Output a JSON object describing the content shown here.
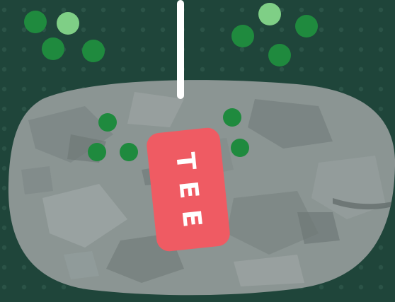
{
  "colors": {
    "background": "#1f453a",
    "background_dots": "#2b5347",
    "green_rough": "#8b9593",
    "green_rough_light": "#9ea6a4",
    "green_rough_dark": "#6f7977",
    "tee_box": "#ef5b63",
    "tee_text": "#ffffff",
    "marker_line": "#ffffff",
    "token_dark": "#1f8a3e",
    "token_light": "#7fcf86"
  },
  "tee": {
    "label": "TEE"
  },
  "tokens": {
    "top_left_cluster": [
      "dark",
      "light",
      "dark",
      "dark"
    ],
    "top_right_cluster": [
      "light",
      "dark",
      "dark",
      "dark"
    ],
    "green_left_cluster": [
      "dark",
      "dark",
      "dark"
    ],
    "green_right_cluster": [
      "dark",
      "dark"
    ]
  }
}
